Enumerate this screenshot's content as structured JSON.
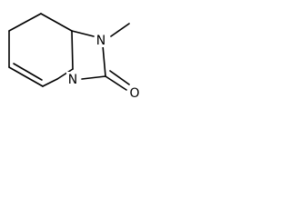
{
  "molecule": {
    "atoms": {
      "n_top": "N",
      "n_bottom": "N",
      "o_carbonyl": "O"
    }
  }
}
